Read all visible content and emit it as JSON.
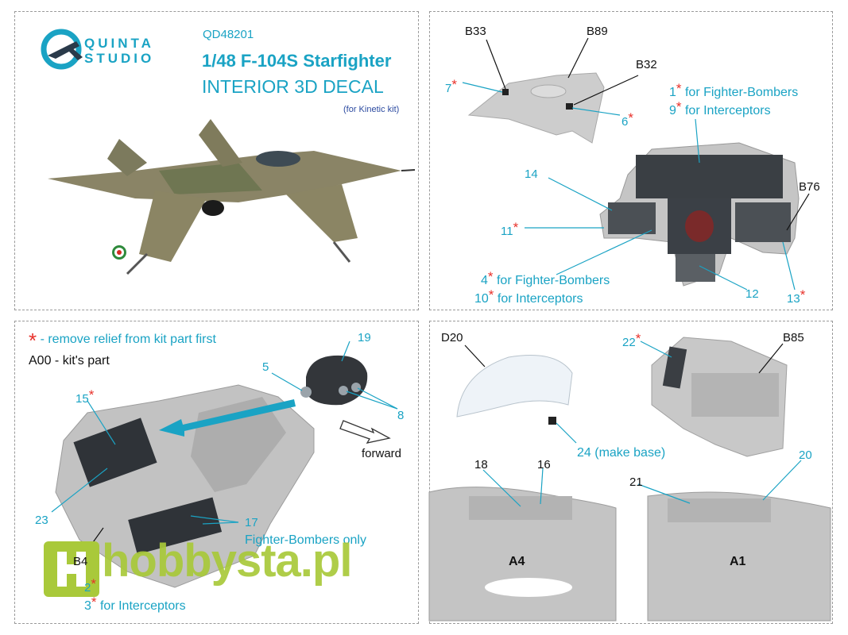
{
  "brand": {
    "line1": "QUINTA",
    "line2": "STUDIO"
  },
  "header": {
    "code": "QD48201",
    "title": "1/48 F-104S Starfighter",
    "subtitle": "INTERIOR 3D DECAL",
    "note": "(for Kinetic kit)"
  },
  "colors": {
    "accent": "#1aa3c4",
    "star": "#e8312a",
    "resin": "#c9c9c9"
  },
  "panel_tr": {
    "labels": {
      "b33": "B33",
      "b89": "B89",
      "b32": "B32",
      "b76": "B76",
      "n7": "7",
      "n6": "6",
      "n1": "1",
      "n9": "9",
      "n14": "14",
      "n11": "11",
      "n4": "4",
      "n10": "10",
      "n12": "12",
      "n13": "13"
    },
    "fb": "for Fighter-Bombers",
    "int": "for Interceptors"
  },
  "panel_bl": {
    "legend_star": "- remove relief from kit part first",
    "legend_kit": "A00 - kit's part",
    "labels": {
      "n5": "5",
      "n19": "19",
      "n8": "8",
      "n15": "15",
      "n23": "23",
      "n17": "17",
      "b4": "B4",
      "n2": "2",
      "n3": "3"
    },
    "forward": "forward",
    "fb_only": "Fighter-Bombers only",
    "int": "for Interceptors"
  },
  "panel_br": {
    "labels": {
      "d20": "D20",
      "n22": "22",
      "b85": "B85",
      "n24": "24 (make base)",
      "n18": "18",
      "n16": "16",
      "n21": "21",
      "n20": "20",
      "a4": "A4",
      "a1": "A1"
    }
  },
  "watermark": {
    "text": "hobbysta.pl"
  }
}
